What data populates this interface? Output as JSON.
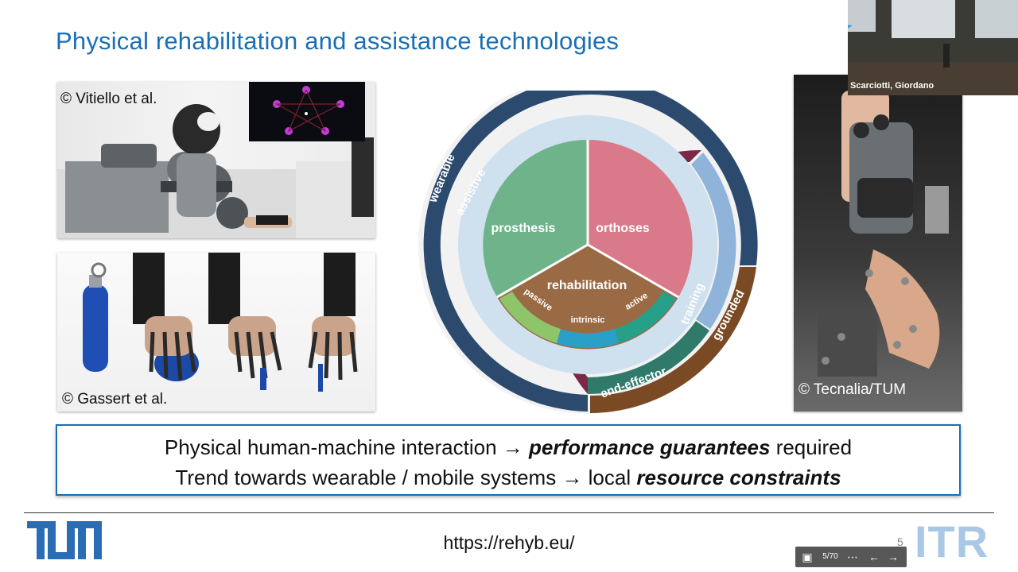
{
  "slide": {
    "title": "Physical rehabilitation and assistance technologies",
    "credit_top": "© Vitiello et al.",
    "credit_bottom": "© Gassert et al.",
    "credit_right": "© Tecnalia/TUM",
    "summary": {
      "line1_pre": "Physical human-machine interaction → ",
      "line1_em": "performance guarantees",
      "line1_post": " required",
      "line2_pre": "Trend towards wearable / mobile systems → local ",
      "line2_em": "resource constraints"
    },
    "footer_url": "https://rehyb.eu/",
    "page_number": "5",
    "logo_left": "TUM",
    "logo_right": "ITR"
  },
  "diagram": {
    "outer_left": "wearable",
    "outer_right": "grounded",
    "middle_left": "assistive",
    "middle_right": "training",
    "middle_bottom": "end-effector",
    "inner_left": "prosthesis",
    "inner_right": "orthoses",
    "inner_bottom": "rehabilitation",
    "sub_passive": "passive",
    "sub_intrinsic": "intrinsic",
    "sub_active": "active"
  },
  "video": {
    "presenter": "Scarciotti, Giordano"
  },
  "toolbar": {
    "page_indicator": "5/70"
  },
  "colors": {
    "title_blue": "#1a6fb4",
    "wearable_ring": "#2b4a6e",
    "assistive_ring": "#7c2848",
    "training_ring": "#8fb3d9",
    "grounded_ring": "#7a4a25",
    "end_effector_ring": "#2f7a6a",
    "prosthesis": "#6fb38a",
    "orthoses": "#d9798a",
    "rehabilitation": "#9a6a45"
  }
}
